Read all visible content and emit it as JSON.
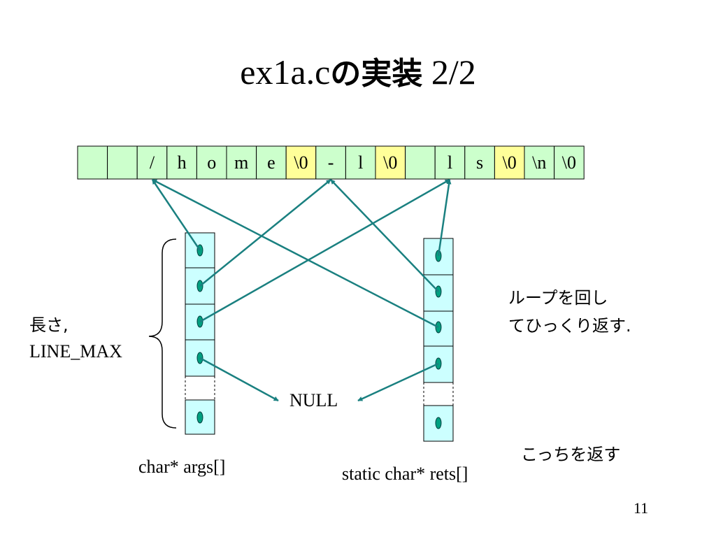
{
  "slide": {
    "title_prefix": "ex1a.c",
    "title_jp": "の実装",
    "title_suffix": " 2/2",
    "page_number": "11"
  },
  "buffer": {
    "cells": [
      {
        "text": "",
        "color": "#ccffcc"
      },
      {
        "text": "",
        "color": "#ccffcc"
      },
      {
        "text": "/",
        "color": "#ccffcc"
      },
      {
        "text": "h",
        "color": "#ccffcc"
      },
      {
        "text": "o",
        "color": "#ccffcc"
      },
      {
        "text": "m",
        "color": "#ccffcc"
      },
      {
        "text": "e",
        "color": "#ccffcc"
      },
      {
        "text": "\\0",
        "color": "#ffff99"
      },
      {
        "text": "-",
        "color": "#ccffcc"
      },
      {
        "text": "l",
        "color": "#ccffcc"
      },
      {
        "text": "\\0",
        "color": "#ffff99"
      },
      {
        "text": "",
        "color": "#ccffcc"
      },
      {
        "text": "l",
        "color": "#ccffcc"
      },
      {
        "text": "s",
        "color": "#ccffcc"
      },
      {
        "text": "\\0",
        "color": "#ffff99"
      },
      {
        "text": "\\n",
        "color": "#ccffcc"
      },
      {
        "text": "\\0",
        "color": "#ccffcc"
      }
    ]
  },
  "args_array": {
    "label": "char* args[]",
    "pointer_slots": 5
  },
  "rets_array": {
    "label": "static char* rets[]",
    "pointer_slots": 5
  },
  "length_label": {
    "line1": "長さ,",
    "line2": "LINE_MAX"
  },
  "null_label": "NULL",
  "notes": {
    "loop_line1": "ループを回し",
    "loop_line2": "てひっくり返す.",
    "return_this": "こっちを返す"
  },
  "colors": {
    "array_cell": "#ccffff",
    "pointer_dot": "#00a080",
    "arrow": "#1a8080",
    "nul_cell": "#ffff99",
    "char_cell": "#ccffcc"
  }
}
